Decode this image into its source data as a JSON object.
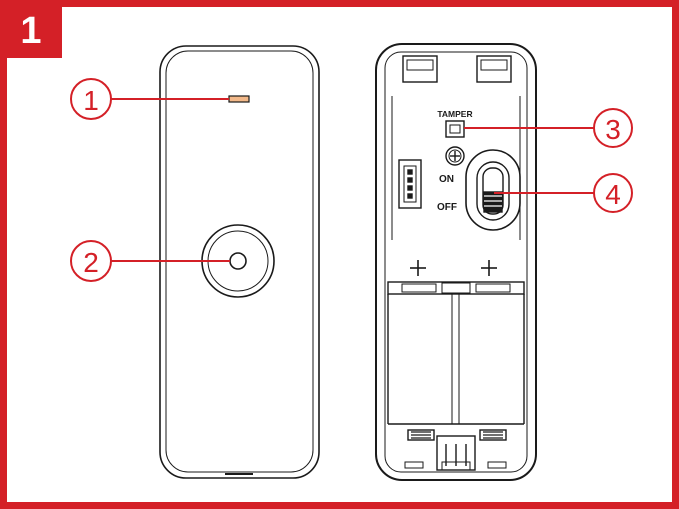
{
  "figure": {
    "number": "1",
    "accent_color": "#d42027",
    "line_color": "#1a1a1a"
  },
  "callouts": [
    {
      "number": "1",
      "target": "led-indicator"
    },
    {
      "number": "2",
      "target": "lens-button"
    },
    {
      "number": "3",
      "target": "tamper-switch"
    },
    {
      "number": "4",
      "target": "power-switch"
    }
  ],
  "back_labels": {
    "tamper": "TAMPER",
    "on": "ON",
    "off": "OFF",
    "plus": "+"
  }
}
